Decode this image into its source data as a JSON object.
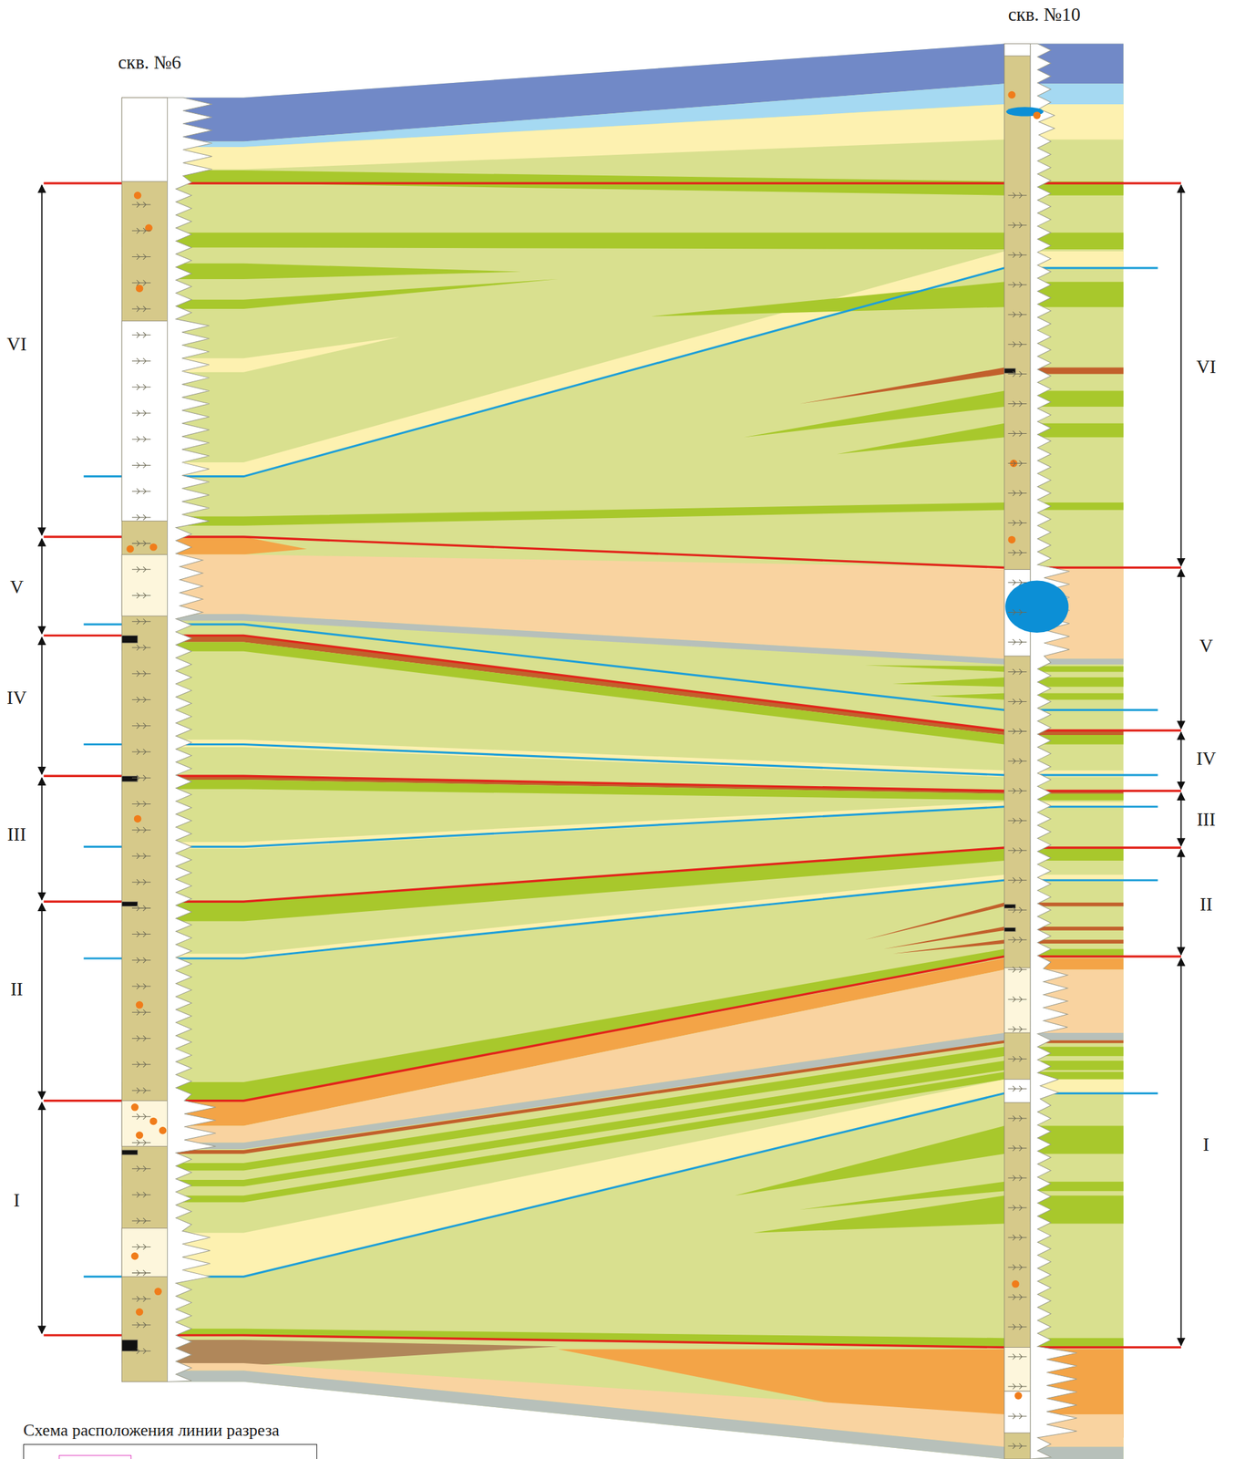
{
  "diagram": {
    "nodes": [
      {
        "text": [
          "скв. №6"
        ]
      },
      {
        "text": [
          "скв. №10"
        ]
      },
      {
        "text": [
          "Схема расположения линии разреза"
        ]
      }
    ],
    "labels": [
      "VI",
      "V",
      "IV",
      "III",
      "II",
      "I",
      "VI",
      "V",
      "IV",
      "III",
      "II",
      "I"
    ]
  }
}
